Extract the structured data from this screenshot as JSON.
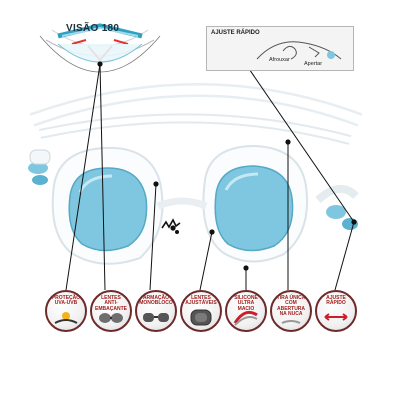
{
  "inset": {
    "title": "VISÃO 180"
  },
  "detail_box": {
    "title": "AJUSTE RÁPIDO",
    "loosen_label": "Afrouxar",
    "tighten_label": "Apertar"
  },
  "colors": {
    "lens": "#7fc6e0",
    "frame": "#ffffff",
    "badge_border": "#6e2a2a",
    "badge_text": "#a11d1d",
    "callout_line": "#111111"
  },
  "features": [
    {
      "label": "PROTEÇÃO UVA-UVB",
      "icon": "sun-icon"
    },
    {
      "label": "LENTES ANTI-EMBAÇANTE",
      "icon": "antifog-lens-icon"
    },
    {
      "label": "ARMAÇÃO MONOBLOCO",
      "icon": "goggle-frame-icon"
    },
    {
      "label": "LENTES AJUSTÁVEIS",
      "icon": "lens-closeup-icon"
    },
    {
      "label": "SILICONE ULTRA MACIO",
      "icon": "silicone-strap-icon"
    },
    {
      "label": "TIRA ÚNICA COM ABERTURA NA NUCA",
      "icon": "split-strap-icon"
    },
    {
      "label": "AJUSTE RÁPIDO",
      "icon": "quick-adjust-icon"
    }
  ]
}
